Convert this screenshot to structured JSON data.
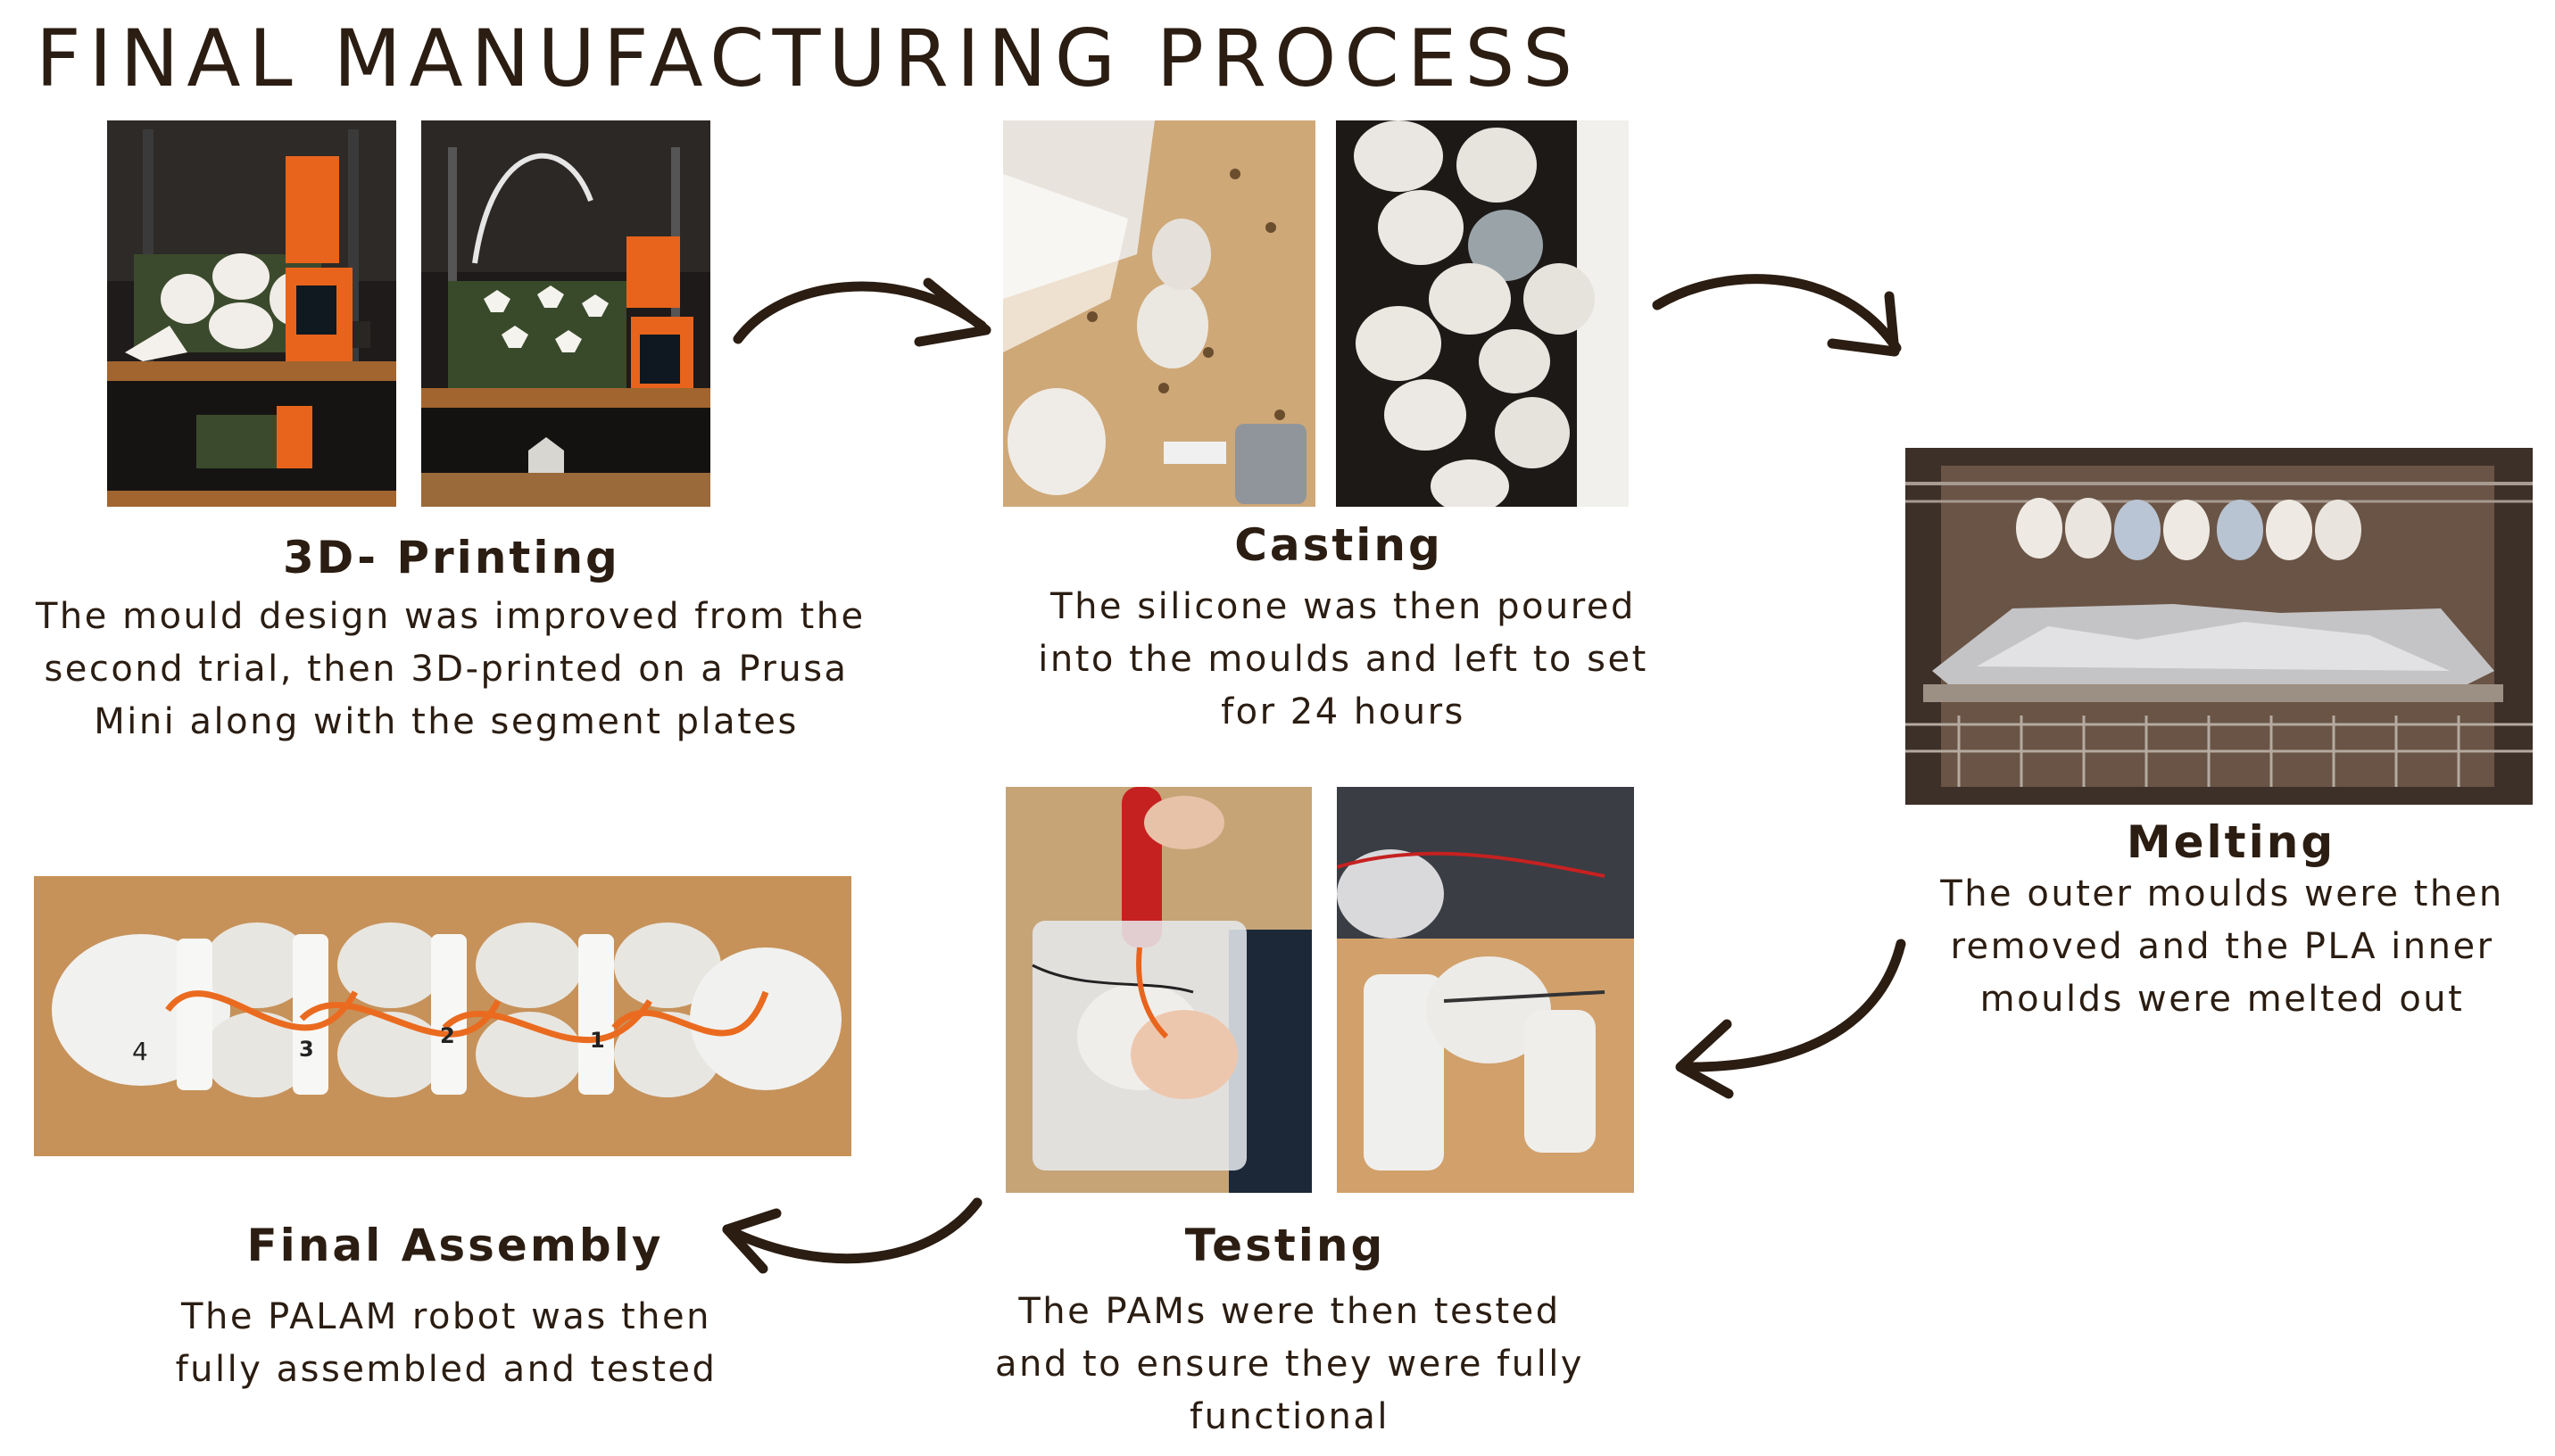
{
  "title": "FINAL MANUFACTURING PROCESS",
  "steps": {
    "printing": {
      "title": "3D- Printing",
      "lines": [
        "The mould design was improved from the",
        "second trial, then 3D-printed on a Prusa",
        "Mini along with the segment plates"
      ]
    },
    "casting": {
      "title": "Casting",
      "lines": [
        "The silicone was then poured",
        "into the moulds and left to set",
        "for 24 hours"
      ]
    },
    "melting": {
      "title": "Melting",
      "lines": [
        "The outer moulds were then",
        "removed and the PLA inner",
        "moulds were melted out"
      ]
    },
    "testing": {
      "title": "Testing",
      "lines": [
        "The PAMs were then tested",
        "and to ensure they were fully",
        "functional"
      ]
    },
    "assembly": {
      "title": "Final Assembly",
      "lines": [
        "The PALAM robot was then",
        "fully assembled and tested"
      ]
    }
  },
  "segment_labels": [
    "4",
    "3",
    "2",
    "1"
  ],
  "colors": {
    "text": "#2b1d12",
    "arrow": "#2b1d12",
    "printer_orange": "#e8641c",
    "wood": "#c9955a",
    "silicone": "#e9e7e3"
  }
}
